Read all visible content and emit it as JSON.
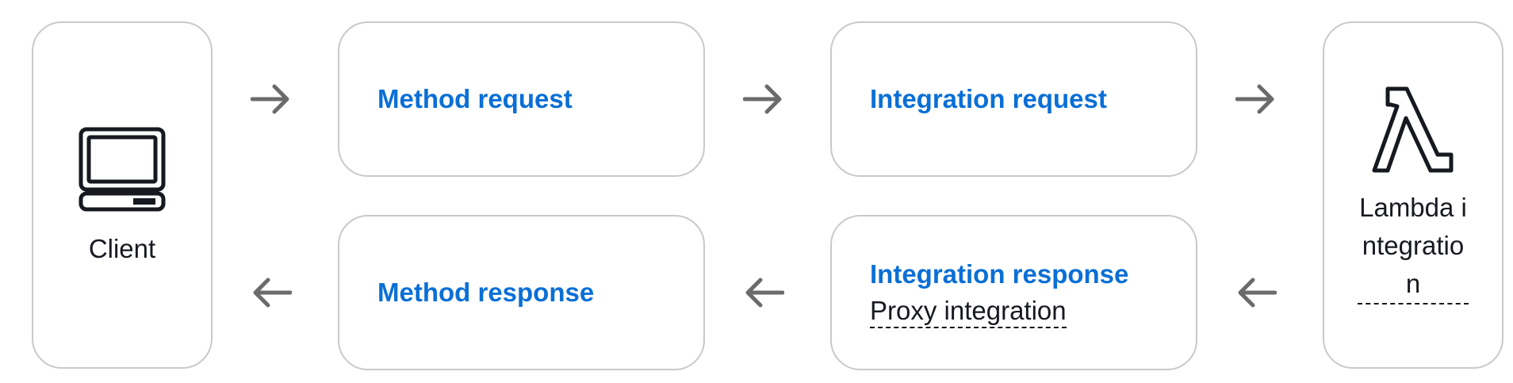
{
  "client": {
    "icon": "laptop-icon",
    "label": "Client"
  },
  "request_flow": {
    "method_request": "Method request",
    "integration_request": "Integration request"
  },
  "response_flow": {
    "method_response": "Method response",
    "integration_response": "Integration response",
    "integration_type": "Proxy integration"
  },
  "backend": {
    "icon": "lambda-icon",
    "label": "Lambda integration"
  },
  "colors": {
    "link": "#0a6fd6",
    "border": "#c9c9c9",
    "arrow": "#6b6b6b",
    "text": "#16191f"
  }
}
